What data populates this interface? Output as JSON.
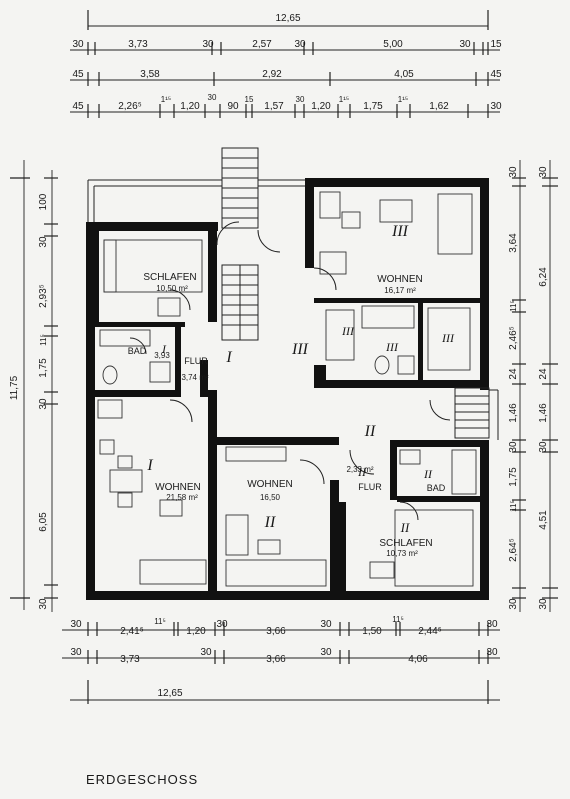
{
  "title": "ERDGESCHOSS",
  "dims": {
    "top_total": "12,65",
    "top_row1": [
      "30",
      "3,73",
      "30",
      "2,57",
      "30",
      "5,00",
      "30",
      "15"
    ],
    "top_row2": [
      "45",
      "3,58",
      "2,92",
      "4,05",
      "45"
    ],
    "top_row3": [
      "45",
      "2,26⁵",
      "1¹⁵",
      "1,20",
      "30",
      "90",
      "15",
      "1,57",
      "30",
      "1,20",
      "1¹⁵",
      "1,75",
      "1¹⁵",
      "1,62",
      "30"
    ],
    "bottom_row1": [
      "30",
      "2,41⁵",
      "11⁵",
      "1,20",
      "30",
      "3,66",
      "30",
      "1,50",
      "11⁵",
      "2,44⁵",
      "30"
    ],
    "bottom_row2": [
      "30",
      "3,73",
      "30",
      "3,66",
      "30",
      "4,06",
      "30"
    ],
    "bottom_total": "12,65",
    "left_total": "11,75",
    "left_row": [
      "100",
      "30",
      "2,93⁵",
      "11⁵",
      "1,75",
      "30",
      "6,05",
      "30"
    ],
    "right_outer": [
      "30",
      "6,24",
      "24",
      "1,46",
      "30",
      "4,51",
      "30"
    ],
    "right_inner": [
      "30",
      "3,64",
      "11⁵",
      "2,46⁵",
      "24",
      "1,46",
      "30",
      "1,75",
      "11⁵",
      "2,64⁵",
      "30"
    ]
  },
  "rooms": {
    "schlafen_1": {
      "name": "SCHLAFEN",
      "area": "10,50 m²"
    },
    "bad_1": {
      "name": "BAD",
      "area": "3,93"
    },
    "flur_1": {
      "name": "FLUR",
      "area": "3,74 m²"
    },
    "wohnen_1": {
      "name": "WOHNEN",
      "area": "21,58 m²"
    },
    "wohnen_2": {
      "name": "WOHNEN",
      "area": "16,50"
    },
    "wohnen_3": {
      "name": "WOHNEN",
      "area": "16,17 m²"
    },
    "flur_2": {
      "name": "FLUR",
      "area": "2,33 m²"
    },
    "bad_2": {
      "name": "BAD",
      "area": ""
    },
    "schlafen_2": {
      "name": "SCHLAFEN",
      "area": "10,73 m²"
    }
  },
  "units": {
    "u1": "I",
    "u2": "II",
    "u3": "III",
    "u1_marks": [
      "I",
      "I"
    ],
    "u2_marks": [
      "II",
      "II",
      "II",
      "II"
    ],
    "u3_marks": [
      "III",
      "III",
      "III",
      "III"
    ]
  }
}
